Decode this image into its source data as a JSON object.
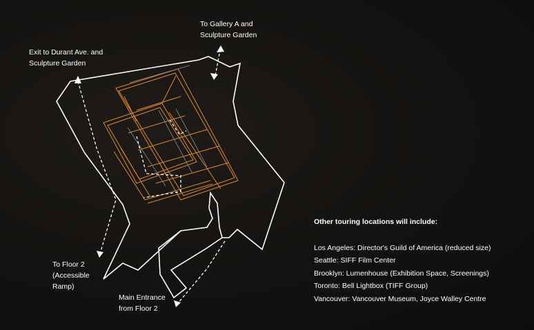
{
  "labels": {
    "exit_durant": "Exit to Durant Ave. and\nSculpture Garden",
    "gallery_a": "To Gallery A and\nSculpture Garden",
    "floor2_ramp": "To Floor 2\n(Accessible\nRamp)",
    "main_entrance": "Main Entrance\nfrom Floor 2"
  },
  "info": {
    "heading": "Other touring locations will include:",
    "locations": [
      "Los Angeles: Director's Guild of America (reduced size)",
      "Seattle:  SIFF Film Center",
      "Brooklyn: Lumenhouse (Exhibition Space, Screenings)",
      "Toronto: Bell Lightbox (TIFF Group)",
      "Vancouver: Vancouver Museum, Joyce Walley Centre"
    ]
  },
  "colors": {
    "background": "#141210",
    "outline": "#ffffff",
    "exhibit": "#e0892a"
  }
}
